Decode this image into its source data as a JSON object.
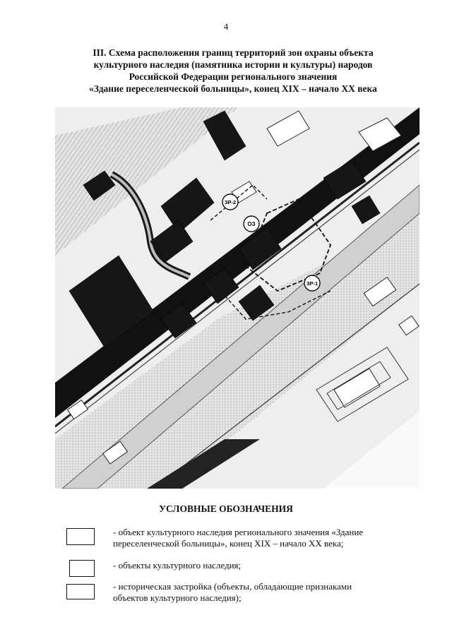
{
  "page_number": "4",
  "title": {
    "line1": "III. Схема расположения границ территорий зон охраны объекта",
    "line2": "культурного наследия (памятника истории и культуры) народов",
    "line3": "Российской Федерации регионального значения",
    "line4": "«Здание переселенческой больницы», конец XIX – начало XX века"
  },
  "map": {
    "labels": {
      "zone_zr2": "ЗР-2",
      "zone_oz": "ОЗ",
      "zone_zr1": "ЗР-1"
    }
  },
  "legend": {
    "title": "УСЛОВНЫЕ ОБОЗНАЧЕНИЯ",
    "items": [
      {
        "line1": "- объект культурного наследия регионального значения «Здание",
        "line2": "переселенческой больницы», конец XIX – начало XX века;"
      },
      {
        "line1": "- объекты культурного наследия;"
      },
      {
        "line1": "- историческая застройка (объекты, обладающие признаками",
        "line2": "объектов культурного наследия);"
      }
    ]
  }
}
